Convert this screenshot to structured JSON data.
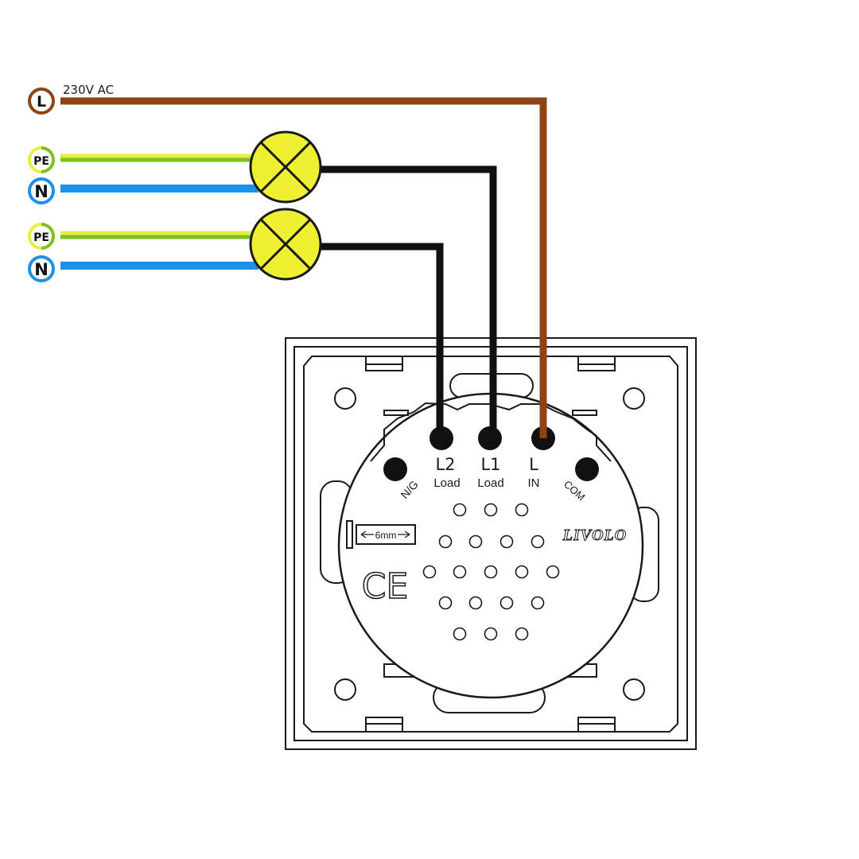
{
  "supply": {
    "voltage_label": "230V AC",
    "terminal_L": "L"
  },
  "lamp_circuits": [
    {
      "pe_label": "PE",
      "n_label": "N"
    },
    {
      "pe_label": "PE",
      "n_label": "N"
    }
  ],
  "switch": {
    "brand": "LIVOLO",
    "strip_length": "6mm",
    "ce_mark": "CE",
    "terminals": {
      "L2": {
        "name": "L2",
        "sub": "Load"
      },
      "L1": {
        "name": "L1",
        "sub": "Load"
      },
      "L": {
        "name": "L",
        "sub": "IN"
      },
      "NG": {
        "name": "N/G"
      },
      "COM": {
        "name": "COM"
      }
    }
  },
  "colors": {
    "live": "#8b4513",
    "neutral": "#1e90e8",
    "earth_green": "#7dc21e",
    "earth_yellow": "#e8ef40",
    "load": "#111111",
    "lamp_fill": "#f0f032",
    "outline": "#1a1a1a"
  }
}
